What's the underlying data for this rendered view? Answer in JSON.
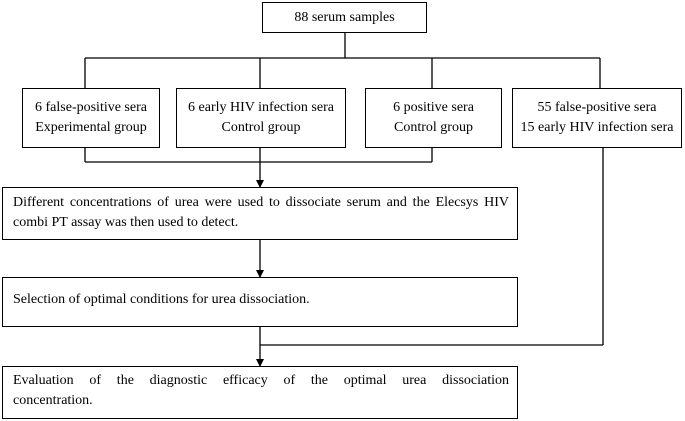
{
  "flowchart": {
    "top": {
      "text": "88 serum samples"
    },
    "groups": [
      {
        "id": "experimental",
        "lines": [
          "6 false-positive sera",
          "Experimental group"
        ]
      },
      {
        "id": "control-early",
        "lines": [
          "6 early HIV infection sera",
          "Control group"
        ]
      },
      {
        "id": "control-positive",
        "lines": [
          "6 positive sera",
          "Control group"
        ]
      },
      {
        "id": "evaluation-set",
        "lines": [
          "55 false-positive sera",
          "15 early HIV infection sera"
        ]
      }
    ],
    "steps": [
      {
        "id": "dissociation",
        "lines": [
          "Different concentrations of urea were used to dissociate serum and the Elecsys HIV",
          "combi PT assay was then used to detect."
        ]
      },
      {
        "id": "optimal",
        "lines": [
          "Selection of optimal conditions for urea dissociation."
        ]
      },
      {
        "id": "evaluation",
        "lines": [
          "Evaluation of the diagnostic efficacy of the optimal urea dissociation",
          "concentration."
        ]
      }
    ]
  }
}
